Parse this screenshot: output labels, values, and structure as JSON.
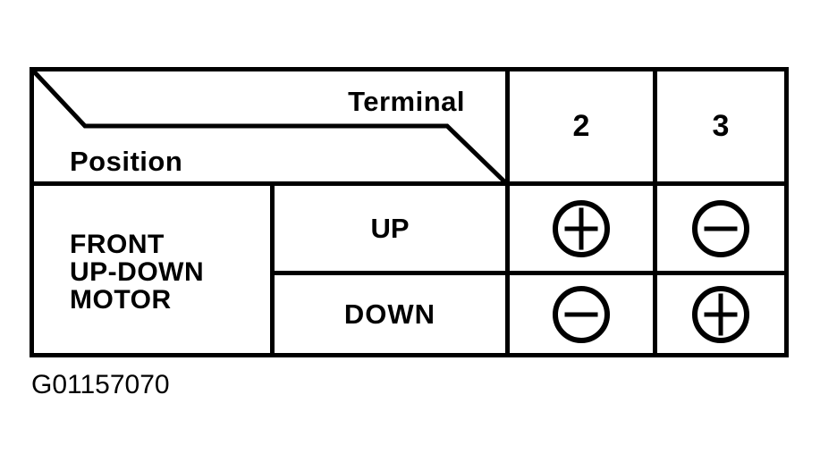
{
  "page": {
    "background": "#ffffff",
    "ink": "#000000",
    "caption": "G01157070"
  },
  "table": {
    "corner": {
      "terminal_label": "Terminal",
      "position_label": "Position"
    },
    "terminal_columns": [
      "2",
      "3"
    ],
    "row_group": {
      "label": "FRONT UP-DOWN MOTOR",
      "lines": [
        "FRONT",
        "UP-DOWN",
        "MOTOR"
      ]
    },
    "rows": [
      {
        "position": "UP",
        "terminal_2": {
          "polarity": "+",
          "icon": "plus-circle"
        },
        "terminal_3": {
          "polarity": "-",
          "icon": "minus-circle"
        }
      },
      {
        "position": "DOWN",
        "terminal_2": {
          "polarity": "-",
          "icon": "minus-circle"
        },
        "terminal_3": {
          "polarity": "+",
          "icon": "plus-circle"
        }
      }
    ]
  }
}
